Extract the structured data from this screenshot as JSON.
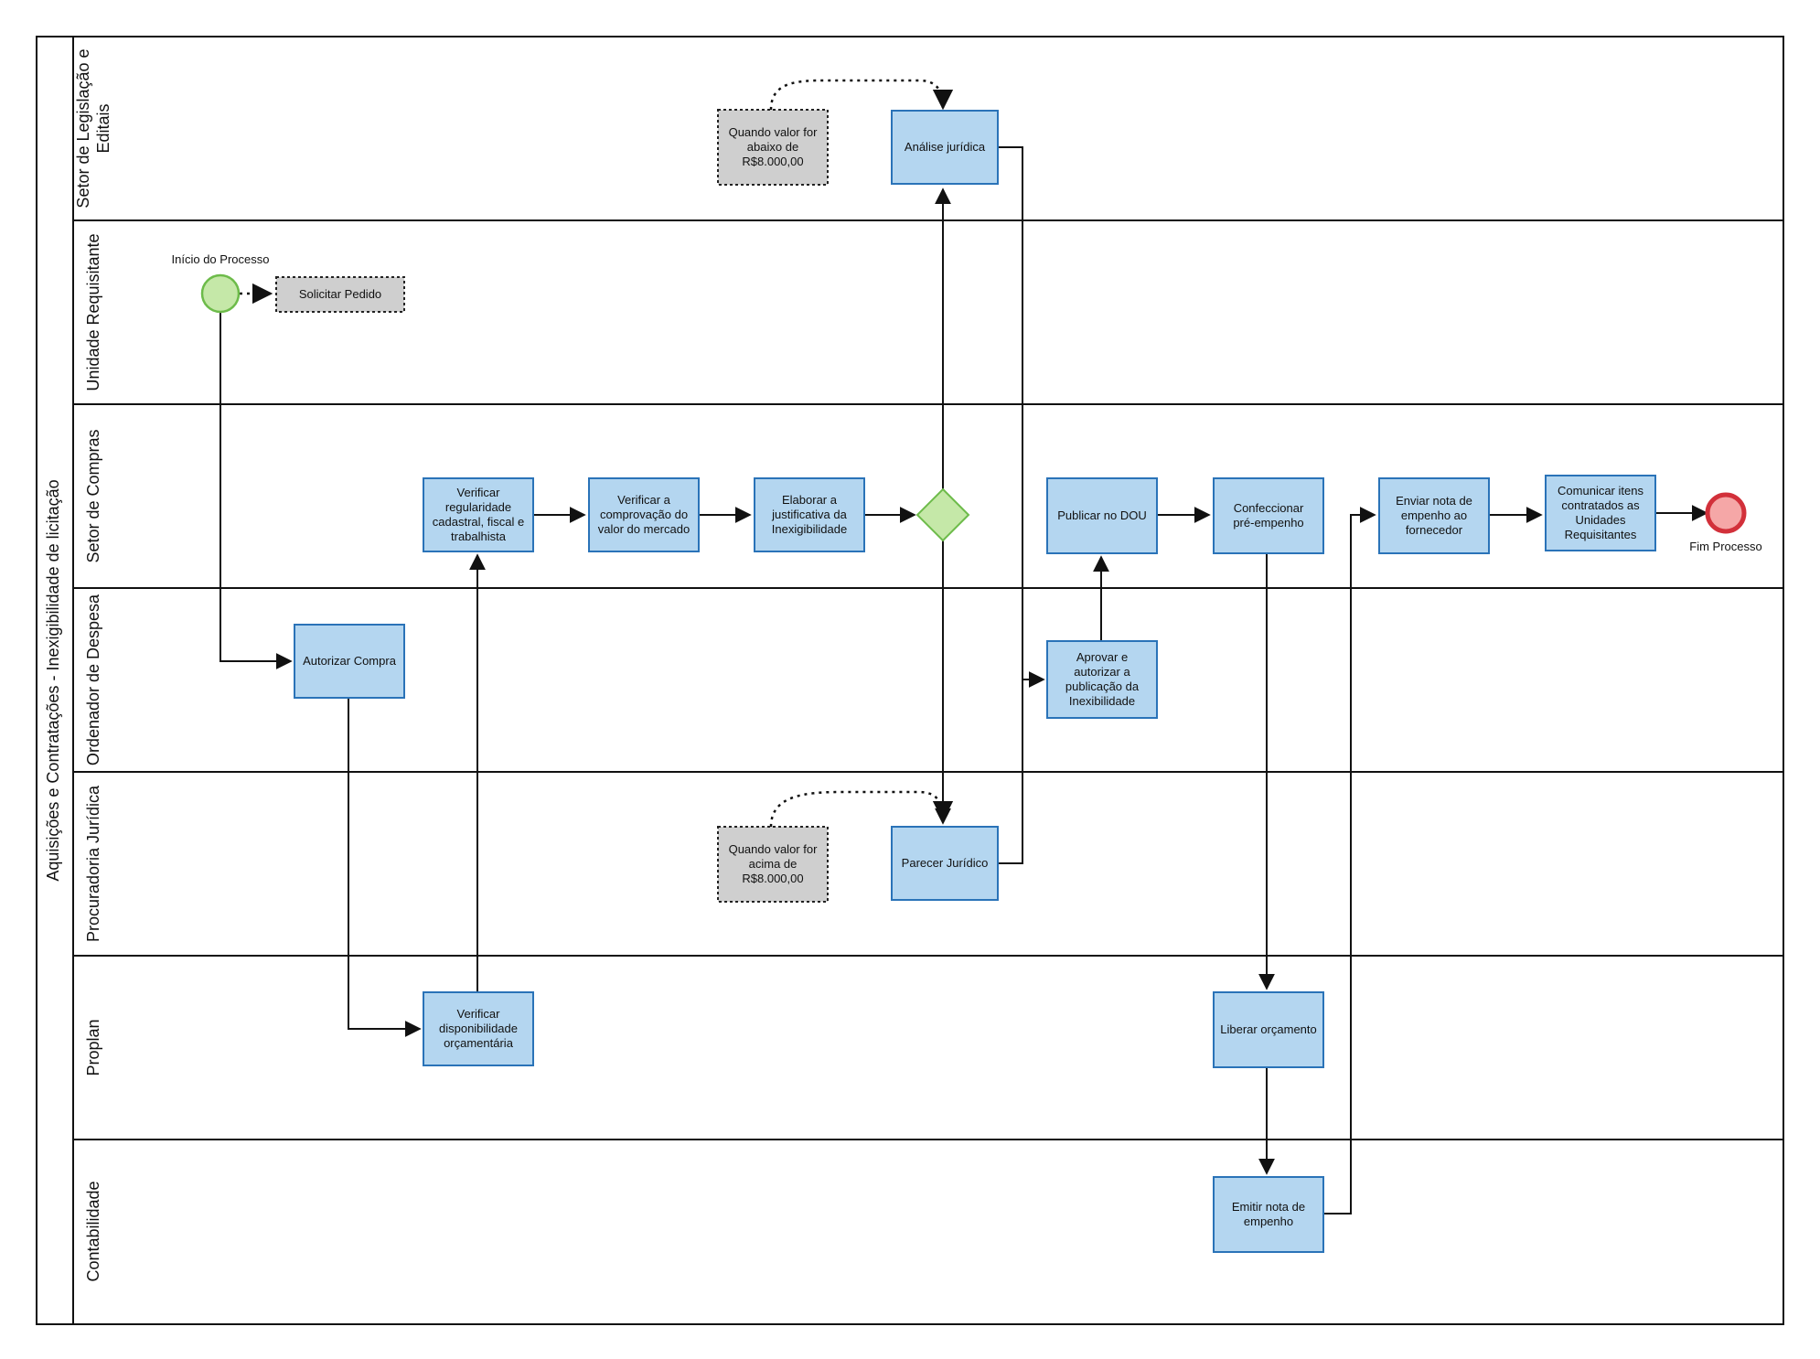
{
  "pool": {
    "title": "Aquisições e Contratações - Inexigibilidade de licitação"
  },
  "lanes": [
    {
      "id": "legis",
      "label_lines": [
        "Setor de Legislação e",
        "Editais"
      ]
    },
    {
      "id": "unidade",
      "label_lines": [
        "Unidade Requisitante"
      ]
    },
    {
      "id": "compras",
      "label_lines": [
        "Setor de Compras"
      ]
    },
    {
      "id": "ordenador",
      "label_lines": [
        "Ordenador de Despesa"
      ]
    },
    {
      "id": "procuradoria",
      "label_lines": [
        "Procuradoria Jurídica"
      ]
    },
    {
      "id": "proplan",
      "label_lines": [
        "Proplan"
      ]
    },
    {
      "id": "contabilidade",
      "label_lines": [
        "Contabilidade"
      ]
    }
  ],
  "events": {
    "start_label": "Início do Processo",
    "end_label": "Fim Processo"
  },
  "tasks": [
    {
      "id": "analise",
      "lines": [
        "Análise jurídica"
      ]
    },
    {
      "id": "solicitar",
      "lines": [
        "Solicitar Pedido"
      ]
    },
    {
      "id": "verificar-reg",
      "lines": [
        "Verificar",
        "regularidade",
        "cadastral, fiscal e",
        "trabalhista"
      ]
    },
    {
      "id": "verificar-comp",
      "lines": [
        "Verificar a",
        "comprovação do",
        "valor do mercado"
      ]
    },
    {
      "id": "elaborar",
      "lines": [
        "Elaborar a",
        "justificativa da",
        "Inexigibilidade"
      ]
    },
    {
      "id": "publicar",
      "lines": [
        "Publicar no DOU"
      ]
    },
    {
      "id": "confeccionar",
      "lines": [
        "Confeccionar",
        "pré-empenho"
      ]
    },
    {
      "id": "enviar",
      "lines": [
        "Enviar nota de",
        "empenho ao",
        "fornecedor"
      ]
    },
    {
      "id": "comunicar",
      "lines": [
        "Comunicar itens",
        "contratados as",
        "Unidades",
        "Requisitantes"
      ]
    },
    {
      "id": "autorizar",
      "lines": [
        "Autorizar Compra"
      ]
    },
    {
      "id": "aprovar",
      "lines": [
        "Aprovar e",
        "autorizar a",
        "publicação da",
        "Inexibilidade"
      ]
    },
    {
      "id": "parecer",
      "lines": [
        "Parecer Jurídico"
      ]
    },
    {
      "id": "verificar-disp",
      "lines": [
        "Verificar",
        "disponibilidade",
        "orçamentária"
      ]
    },
    {
      "id": "liberar",
      "lines": [
        "Liberar orçamento"
      ]
    },
    {
      "id": "emitir",
      "lines": [
        "Emitir nota de",
        "empenho"
      ]
    }
  ],
  "notes": [
    {
      "id": "abaixo",
      "lines": [
        "Quando valor for",
        "abaixo de",
        "R$8.000,00"
      ]
    },
    {
      "id": "acima",
      "lines": [
        "Quando valor for",
        "acima de",
        "R$8.000,00"
      ]
    }
  ],
  "colors": {
    "task_fill": "#b4d6f0",
    "task_stroke": "#2a73b8",
    "note_fill": "#cfcfcf",
    "start_fill": "#c5e8a8",
    "start_stroke": "#6dbb4a",
    "end_fill": "#f5a7a7",
    "end_stroke": "#d2303a",
    "gateway_fill": "#c5e8a8",
    "gateway_stroke": "#6dbb4a"
  }
}
